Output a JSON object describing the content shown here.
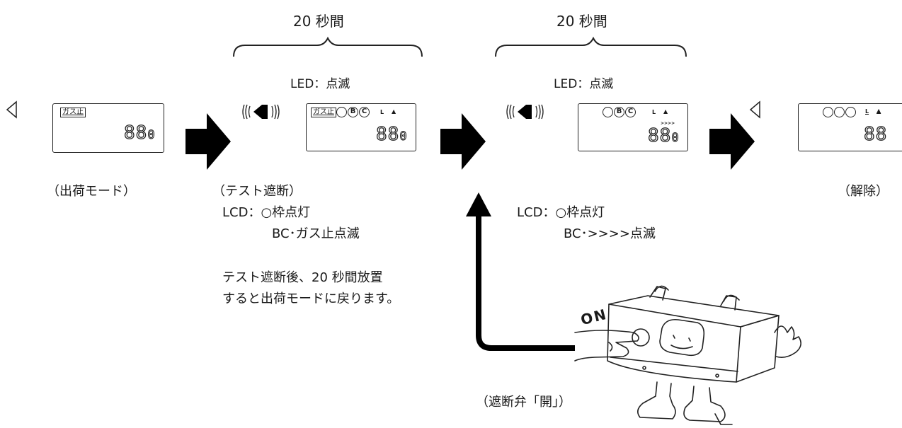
{
  "durations": {
    "first": "20 秒間",
    "second": "20 秒間"
  },
  "led": {
    "first": "LED：点滅",
    "second": "LED：点滅"
  },
  "lcd_labels": {
    "gas_stop": "ガス止",
    "b": "B",
    "c": "C",
    "l": "L",
    "arrows": ">>>>",
    "digits_big": "88",
    "digit_small": "0"
  },
  "modes": {
    "shipping": "（出荷モード）",
    "test": "（テスト遮断）",
    "release": "（解除）"
  },
  "test_lcd": {
    "line1": "LCD：○枠点灯",
    "line2": "BC･ガス止点滅"
  },
  "open_lcd": {
    "line1": "LCD：○枠点灯",
    "line2": "BC･>>>>点滅"
  },
  "note": {
    "line1": "テスト遮断後、20 秒間放置",
    "line2": "すると出荷モードに戻ります。"
  },
  "valve": {
    "action": "（遮断弁「開」）",
    "button": "ON"
  }
}
